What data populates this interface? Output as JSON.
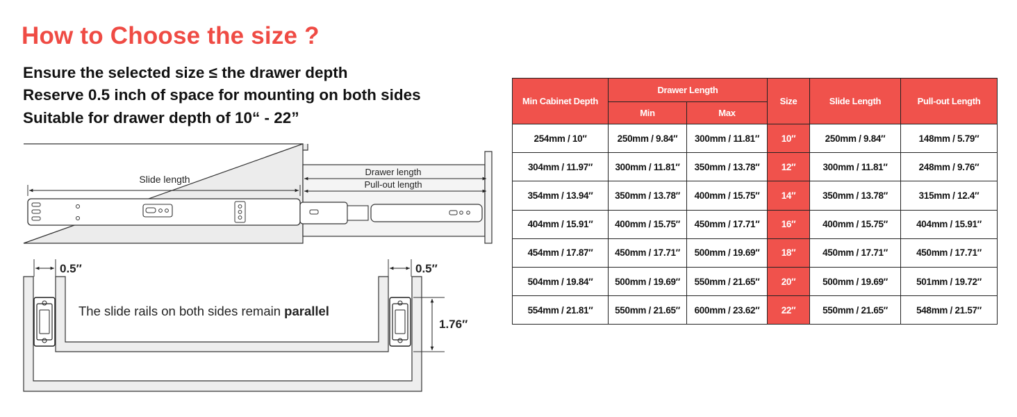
{
  "heading": "How to Choose the size ?",
  "info_lines": [
    "Ensure the selected size ≤ the drawer depth",
    "Reserve 0.5 inch of space for mounting on both sides",
    "Suitable for drawer depth of 10“ - 22”"
  ],
  "diagram": {
    "slide_length_label": "Slide length",
    "drawer_length_label": "Drawer length",
    "pullout_length_label": "Pull-out length",
    "gap_left_label": "0.5″",
    "gap_right_label": "0.5″",
    "height_label": "1.76″",
    "parallel_text": "The slide rails on both sides remain ",
    "parallel_bold": "parallel"
  },
  "table": {
    "headers": {
      "min_cabinet_depth": "Min Cabinet Depth",
      "drawer_length": "Drawer Length",
      "min": "Min",
      "max": "Max",
      "size": "Size",
      "slide_length": "Slide Length",
      "pullout_length": "Pull-out Length"
    },
    "rows": [
      {
        "cabinet": "254mm / 10″",
        "min": "250mm / 9.84″",
        "max": "300mm / 11.81″",
        "size": "10″",
        "slide": "250mm / 9.84″",
        "pullout": "148mm / 5.79″"
      },
      {
        "cabinet": "304mm / 11.97″",
        "min": "300mm / 11.81″",
        "max": "350mm / 13.78″",
        "size": "12″",
        "slide": "300mm / 11.81″",
        "pullout": "248mm / 9.76″"
      },
      {
        "cabinet": "354mm / 13.94″",
        "min": "350mm / 13.78″",
        "max": "400mm / 15.75″",
        "size": "14″",
        "slide": "350mm / 13.78″",
        "pullout": "315mm / 12.4″"
      },
      {
        "cabinet": "404mm / 15.91″",
        "min": "400mm / 15.75″",
        "max": "450mm / 17.71″",
        "size": "16″",
        "slide": "400mm / 15.75″",
        "pullout": "404mm / 15.91″"
      },
      {
        "cabinet": "454mm / 17.87″",
        "min": "450mm / 17.71″",
        "max": "500mm / 19.69″",
        "size": "18″",
        "slide": "450mm / 17.71″",
        "pullout": "450mm / 17.71″"
      },
      {
        "cabinet": "504mm / 19.84″",
        "min": "500mm / 19.69″",
        "max": "550mm / 21.65″",
        "size": "20″",
        "slide": "500mm / 19.69″",
        "pullout": "501mm / 19.72″"
      },
      {
        "cabinet": "554mm / 21.81″",
        "min": "550mm / 21.65″",
        "max": "600mm / 23.62″",
        "size": "22″",
        "slide": "550mm / 21.65″",
        "pullout": "548mm / 21.57″"
      }
    ]
  },
  "colors": {
    "accent": "#ef4b44",
    "header_bg": "#f0524c",
    "panel_gray": "#ececec"
  }
}
